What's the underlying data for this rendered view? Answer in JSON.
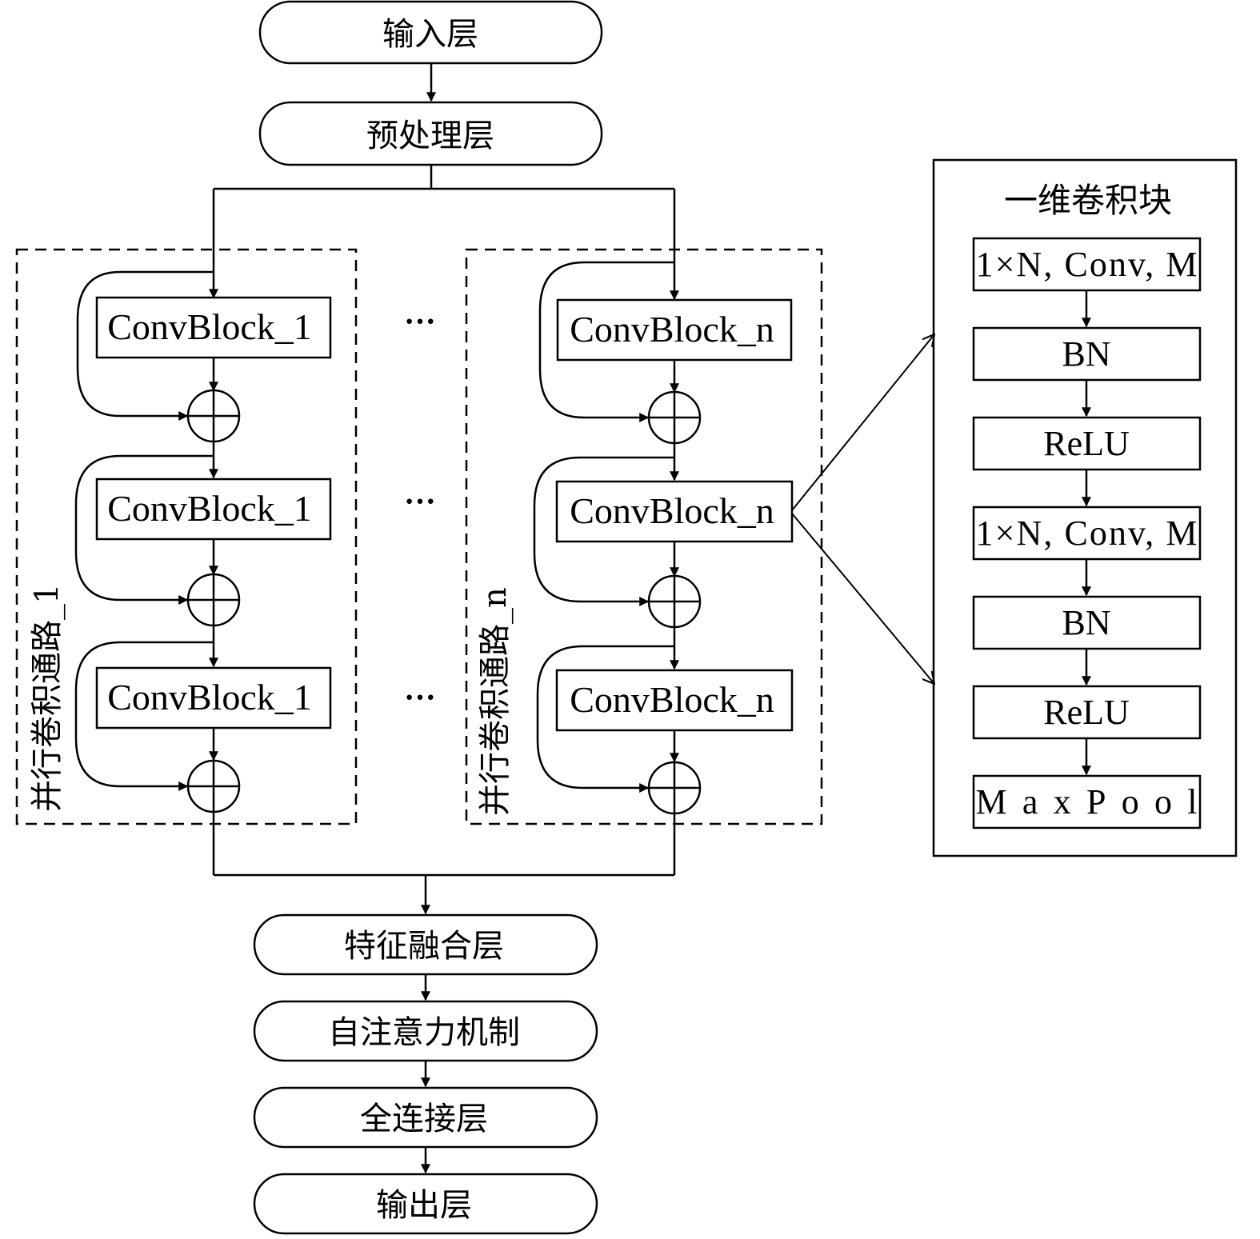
{
  "diagram": {
    "top_flow": [
      "输入层",
      "预处理层"
    ],
    "bottom_flow": [
      "特征融合层",
      "自注意力机制",
      "全连接层",
      "输出层"
    ],
    "paths": [
      {
        "label": "并行卷积通路_1",
        "blocks": [
          "ConvBlock_1",
          "ConvBlock_1",
          "ConvBlock_1"
        ]
      },
      {
        "label": "并行卷积通路_n",
        "blocks": [
          "ConvBlock_n",
          "ConvBlock_n",
          "ConvBlock_n"
        ]
      }
    ],
    "ellipsis": [
      "···",
      "···",
      "···"
    ],
    "detail": {
      "title": "一维卷积块",
      "layers": [
        "1×N, Conv, M",
        "BN",
        "ReLU",
        "1×N, Conv, M",
        "BN",
        "ReLU",
        "MaxPool"
      ]
    }
  }
}
